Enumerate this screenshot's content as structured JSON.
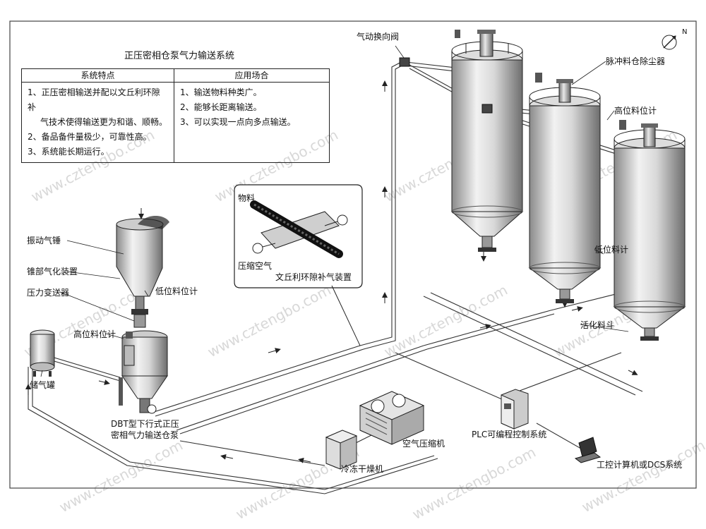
{
  "title": "正压密相仓泵气力输送系统",
  "table": {
    "headers": [
      "系统特点",
      "应用场合"
    ],
    "features": [
      "1、正压密相输送并配以文丘利环隙补",
      "气技术使得输送更为和谐、顺畅。",
      "2、备品备件量极少，可靠性高。",
      "3、系统能长期运行。"
    ],
    "applications": [
      "1、输送物料种类广。",
      "2、能够长距离输送。",
      "3、可以实现一点向多点输送。"
    ]
  },
  "labels": {
    "valve": "气动换向阀",
    "dust_collector": "脉冲料仓除尘器",
    "high_level_right": "高位料位计",
    "vibrator": "振动气锤",
    "cone_aerator": "锥部气化装置",
    "low_level_left": "低位料位计",
    "pressure_transmitter": "压力变送器",
    "high_level_left": "高位料位计",
    "air_tank": "储气罐",
    "material": "物料",
    "compressed_air": "压缩空气",
    "venturi": "文丘利环隙补气装置",
    "low_level_right": "低位料计",
    "activation_hopper": "活化料斗",
    "pump_line1": "DBT型下行式正压",
    "pump_line2": "密相气力输送仓泵",
    "compressor": "空气压缩机",
    "plc": "PLC可编程控制系统",
    "dryer": "冷冻干燥机",
    "computer": "工控计算机或DCS系统",
    "north": "N"
  },
  "watermark": "www.cztengbo.com"
}
